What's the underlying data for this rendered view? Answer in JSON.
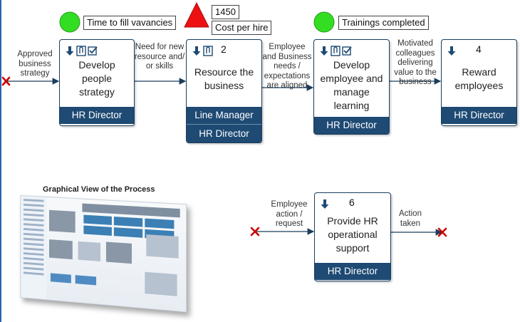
{
  "diagram": {
    "kpis": [
      {
        "indicator": "green-circle",
        "label": "Time to fill vavancies"
      },
      {
        "indicator": "red-triangle",
        "value": "1450",
        "label": "Cost per hire"
      },
      {
        "indicator": "green-circle",
        "label": "Trainings completed"
      }
    ],
    "inputs": {
      "start": "Approved business strategy",
      "need": "Need for new resource and/ or skills",
      "aligned": "Employee and Business needs / expectations are aligned",
      "motivated": "Motivated colleagues delivering value to the business",
      "employee_action": "Employee action / request",
      "action_taken": "Action taken"
    },
    "boxes": [
      {
        "title": "Develop people strategy",
        "number": "",
        "roles": [
          "HR Director"
        ]
      },
      {
        "title": "Resource the business",
        "number": "2",
        "roles": [
          "Line Manager",
          "HR Director"
        ]
      },
      {
        "title": "Develop employee and manage learning",
        "number": "",
        "roles": [
          "HR Director"
        ]
      },
      {
        "title": "Reward employees",
        "number": "4",
        "roles": [
          "HR Director"
        ]
      },
      {
        "title": "Provide HR operational support",
        "number": "6",
        "roles": [
          "HR Director"
        ]
      }
    ],
    "graphical_view_caption": "Graphical View of the Process",
    "colors": {
      "role_band": "#1e4a73",
      "kpi_green": "#33dd22",
      "kpi_red": "#ee1111",
      "endpoint": "#cc0000"
    }
  }
}
